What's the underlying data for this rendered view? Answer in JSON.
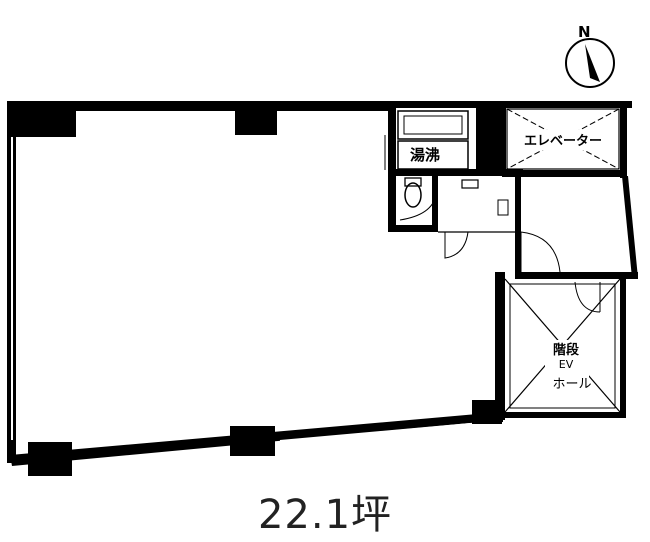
{
  "labels": {
    "kettle_room": "湯沸",
    "elevator": "エレベーター",
    "stairs": "階段",
    "ev": "EV",
    "hall": "ホール",
    "north": "N"
  },
  "area": "22.1坪"
}
